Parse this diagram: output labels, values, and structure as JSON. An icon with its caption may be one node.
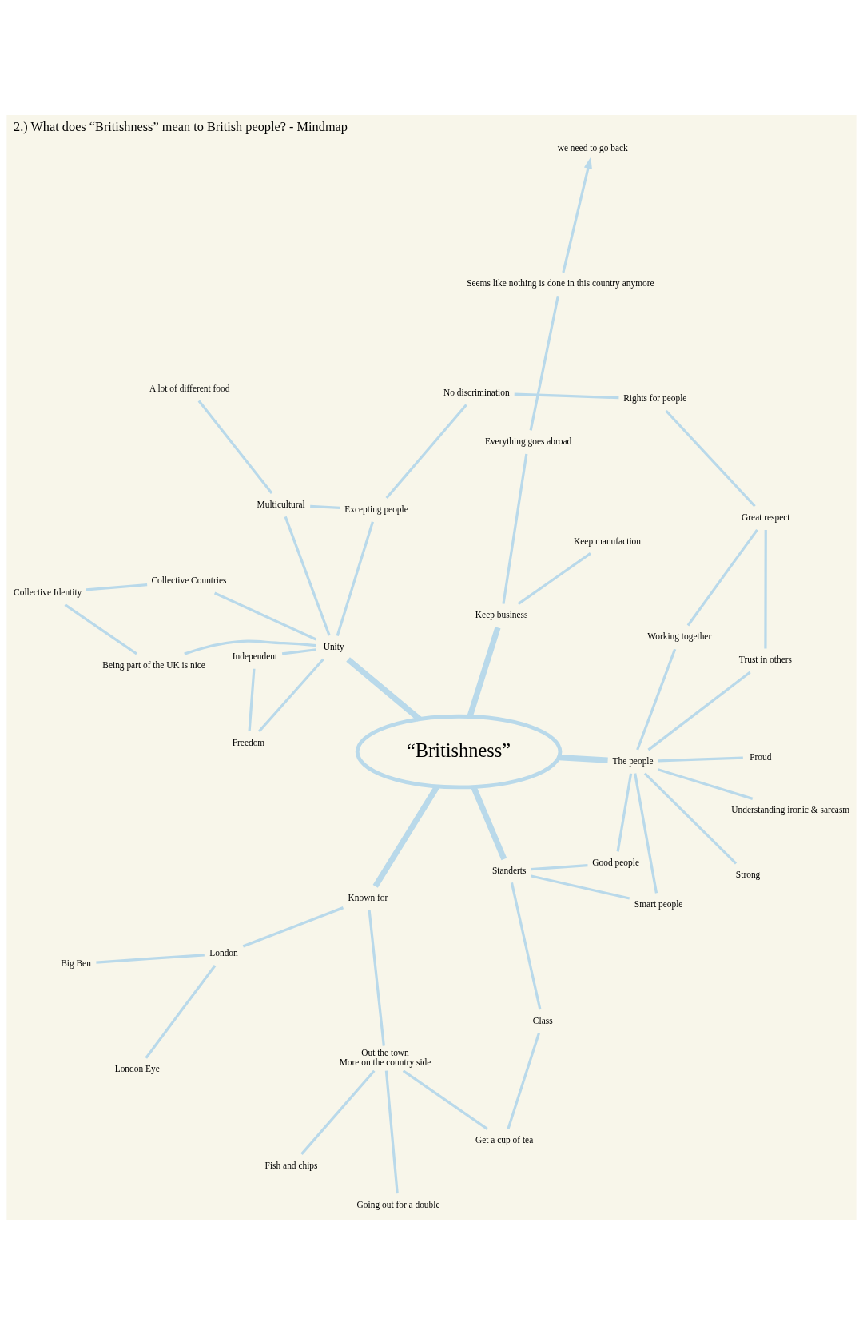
{
  "diagram": {
    "title": "2.) What does “Britishness” mean to British people? - Mindmap",
    "nodes": [
      {
        "text": [
          "“Britishness”"
        ]
      },
      {
        "text": [
          "Known for"
        ]
      },
      {
        "text": [
          "London"
        ]
      },
      {
        "text": [
          "Big Ben"
        ]
      },
      {
        "text": [
          "London Eye"
        ]
      },
      {
        "text": [
          "Out the town",
          "More on the country side"
        ]
      },
      {
        "text": [
          "Fish and chips"
        ]
      },
      {
        "text": [
          "Get a cup of tea"
        ]
      },
      {
        "text": [
          "Going out for a double"
        ]
      },
      {
        "text": [
          "Class"
        ]
      },
      {
        "text": [
          "Keep business"
        ]
      },
      {
        "text": [
          "Everything goes abroad"
        ]
      },
      {
        "text": [
          "Keep manufaction"
        ]
      },
      {
        "text": [
          "Seems like nothing is done in this country anymore"
        ]
      },
      {
        "text": [
          "we need to go back"
        ]
      },
      {
        "text": [
          "Unity"
        ]
      },
      {
        "text": [
          "Collective Countries"
        ]
      },
      {
        "text": [
          "Collective Identity"
        ]
      },
      {
        "text": [
          "Being part of the UK is nice"
        ]
      },
      {
        "text": [
          "Independent"
        ]
      },
      {
        "text": [
          "Freedom"
        ]
      },
      {
        "text": [
          "Multicultural"
        ]
      },
      {
        "text": [
          "A lot of different food"
        ]
      },
      {
        "text": [
          "Excepting people"
        ]
      },
      {
        "text": [
          "No discrimination"
        ]
      },
      {
        "text": [
          "Rights for people"
        ]
      },
      {
        "text": [
          "Great respect"
        ]
      },
      {
        "text": [
          "Standerts"
        ]
      },
      {
        "text": [
          "Good people"
        ]
      },
      {
        "text": [
          "Smart people"
        ]
      },
      {
        "text": [
          "The people"
        ]
      },
      {
        "text": [
          "Working together"
        ]
      },
      {
        "text": [
          "Strong"
        ]
      },
      {
        "text": [
          "Proud"
        ]
      },
      {
        "text": [
          "Understanding ironic & sarcasm"
        ]
      },
      {
        "text": [
          "Trust in others"
        ]
      }
    ],
    "edges": [
      {
        "from": 0,
        "to": 1,
        "arrow": "none",
        "style": "thick"
      },
      {
        "from": 1,
        "to": 2,
        "arrow": "none"
      },
      {
        "from": 2,
        "to": 3,
        "arrow": "none"
      },
      {
        "from": 2,
        "to": 4,
        "arrow": "none"
      },
      {
        "from": 1,
        "to": 5,
        "arrow": "none"
      },
      {
        "from": 5,
        "to": 6,
        "arrow": "none"
      },
      {
        "from": 5,
        "to": 7,
        "arrow": "none"
      },
      {
        "from": 5,
        "to": 8,
        "arrow": "none"
      },
      {
        "from": 7,
        "to": 9,
        "arrow": "none"
      },
      {
        "from": 0,
        "to": 10,
        "arrow": "none",
        "style": "thick"
      },
      {
        "from": 10,
        "to": 11,
        "arrow": "none"
      },
      {
        "from": 10,
        "to": 12,
        "arrow": "none"
      },
      {
        "from": 11,
        "to": 13,
        "arrow": "none"
      },
      {
        "from": 13,
        "to": 14,
        "arrow": "to"
      },
      {
        "from": 0,
        "to": 15,
        "arrow": "none",
        "style": "thick"
      },
      {
        "from": 15,
        "to": 16,
        "arrow": "none"
      },
      {
        "from": 16,
        "to": 17,
        "arrow": "none"
      },
      {
        "from": 17,
        "to": 18,
        "arrow": "none"
      },
      {
        "from": 15,
        "to": 18,
        "arrow": "none"
      },
      {
        "from": 15,
        "to": 19,
        "arrow": "none"
      },
      {
        "from": 19,
        "to": 20,
        "arrow": "none"
      },
      {
        "from": 15,
        "to": 20,
        "arrow": "none"
      },
      {
        "from": 15,
        "to": 21,
        "arrow": "none"
      },
      {
        "from": 21,
        "to": 22,
        "arrow": "none"
      },
      {
        "from": 21,
        "to": 23,
        "arrow": "none"
      },
      {
        "from": 15,
        "to": 23,
        "arrow": "none"
      },
      {
        "from": 23,
        "to": 24,
        "arrow": "none"
      },
      {
        "from": 24,
        "to": 25,
        "arrow": "none"
      },
      {
        "from": 25,
        "to": 26,
        "arrow": "none"
      },
      {
        "from": 26,
        "to": 31,
        "arrow": "none"
      },
      {
        "from": 26,
        "to": 35,
        "arrow": "none"
      },
      {
        "from": 0,
        "to": 27,
        "arrow": "none",
        "style": "thick"
      },
      {
        "from": 0,
        "to": 30,
        "arrow": "none",
        "style": "thick"
      },
      {
        "from": 27,
        "to": 9,
        "arrow": "none"
      },
      {
        "from": 27,
        "to": 28,
        "arrow": "none"
      },
      {
        "from": 27,
        "to": 29,
        "arrow": "none"
      },
      {
        "from": 30,
        "to": 28,
        "arrow": "none"
      },
      {
        "from": 30,
        "to": 29,
        "arrow": "none"
      },
      {
        "from": 30,
        "to": 31,
        "arrow": "none"
      },
      {
        "from": 30,
        "to": 32,
        "arrow": "none"
      },
      {
        "from": 30,
        "to": 33,
        "arrow": "none"
      },
      {
        "from": 30,
        "to": 34,
        "arrow": "none"
      },
      {
        "from": 30,
        "to": 35,
        "arrow": "none"
      }
    ]
  }
}
